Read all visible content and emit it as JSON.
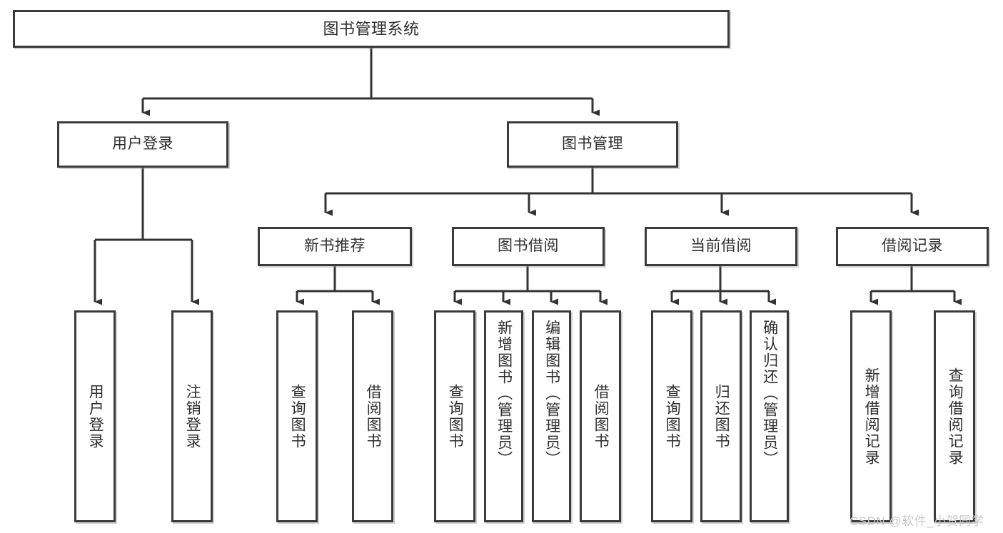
{
  "diagram": {
    "type": "tree-hierarchy-chart",
    "title": "图书管理系统",
    "orientation": "top-down",
    "colors": {
      "box_border": "#3b3b3b",
      "box_fill": "#ffffff",
      "connector": "#333333",
      "text": "#2e2e2e",
      "watermark": "#c9c9c9",
      "background": "#ffffff"
    },
    "root": {
      "label": "图书管理系统"
    },
    "level2": [
      {
        "label": "用户登录"
      },
      {
        "label": "图书管理"
      }
    ],
    "level3": [
      {
        "label": "新书推荐"
      },
      {
        "label": "图书借阅"
      },
      {
        "label": "当前借阅"
      },
      {
        "label": "借阅记录"
      }
    ],
    "leaves": {
      "user_login": [
        {
          "label": "用户登录"
        },
        {
          "label": "注销登录"
        }
      ],
      "new_book_recommend": [
        {
          "label": "查询图书"
        },
        {
          "label": "借阅图书"
        }
      ],
      "book_borrow": [
        {
          "label": "查询图书"
        },
        {
          "label": "新增图书（管理员）"
        },
        {
          "label": "编辑图书（管理员）"
        },
        {
          "label": "借阅图书"
        }
      ],
      "current_borrow": [
        {
          "label": "查询图书"
        },
        {
          "label": "归还图书"
        },
        {
          "label": "确认归还（管理员）"
        }
      ],
      "borrow_record": [
        {
          "label": "新增借阅记录"
        },
        {
          "label": "查询借阅记录"
        }
      ]
    }
  },
  "watermark": {
    "text": "CSDN @软件_小贺同学"
  }
}
